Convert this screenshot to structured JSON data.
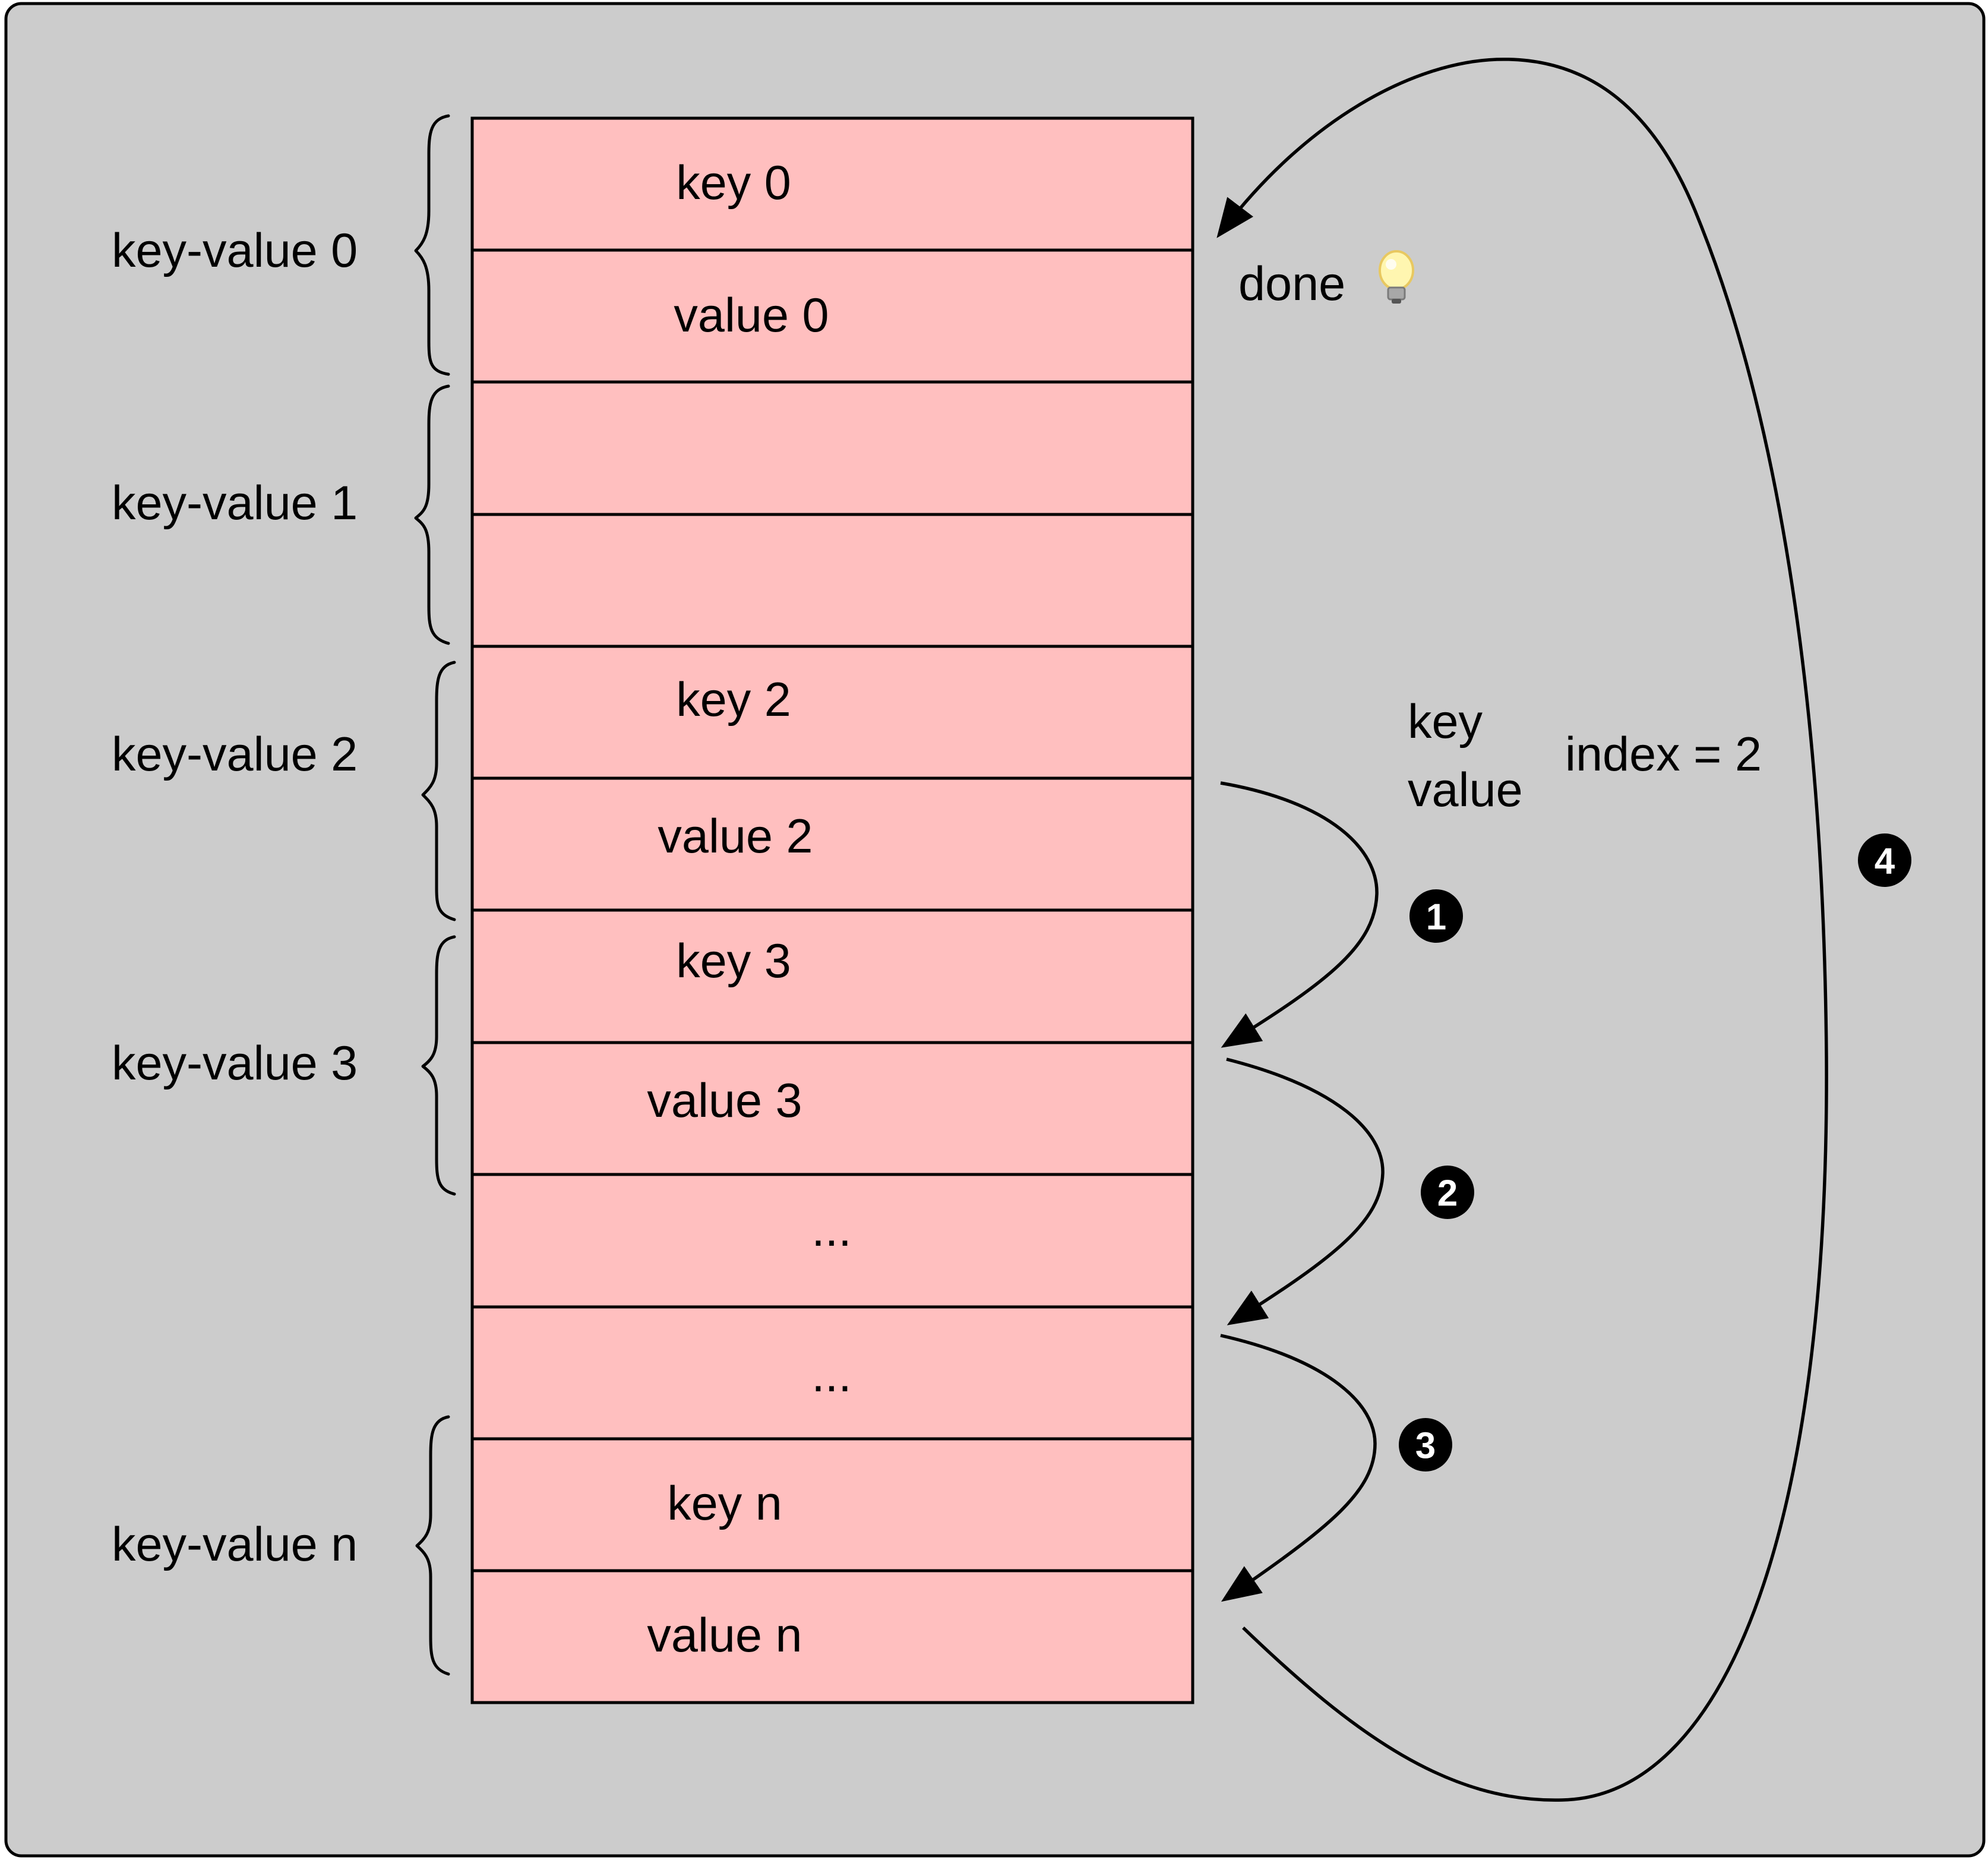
{
  "cells": [
    {
      "text": "key 0"
    },
    {
      "text": "value 0"
    },
    {
      "text": ""
    },
    {
      "text": ""
    },
    {
      "text": "key 2"
    },
    {
      "text": "value 2"
    },
    {
      "text": "key 3"
    },
    {
      "text": "value 3"
    },
    {
      "text": "..."
    },
    {
      "text": "..."
    },
    {
      "text": "key n"
    },
    {
      "text": "value n"
    }
  ],
  "groups": [
    {
      "label": "key-value 0"
    },
    {
      "label": "key-value 1"
    },
    {
      "label": "key-value 2"
    },
    {
      "label": "key-value 3"
    },
    {
      "label": "key-value n"
    }
  ],
  "annotations": {
    "done": "done",
    "done_icon": "lightbulb-icon",
    "key": "key",
    "value": "value",
    "index": "index = 2"
  },
  "steps": [
    {
      "label": "1"
    },
    {
      "label": "2"
    },
    {
      "label": "3"
    },
    {
      "label": "4"
    }
  ],
  "colors": {
    "background": "#cccccc",
    "cell_fill": "#ffbfbf",
    "stroke": "#000000"
  }
}
